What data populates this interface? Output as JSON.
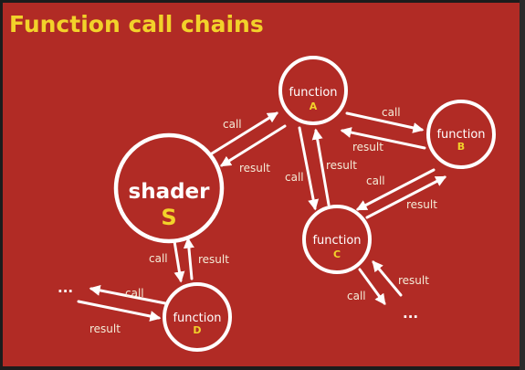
{
  "title": "Function call chains",
  "colors": {
    "background": "#b12b25",
    "title": "#f2d22a",
    "circle": "#ffffff",
    "letter": "#f2d22a",
    "label": "#f4ecd8"
  },
  "nodes": {
    "shader": {
      "word": "shader",
      "letter": "S"
    },
    "a": {
      "word": "function",
      "letter": "A"
    },
    "b": {
      "word": "function",
      "letter": "B"
    },
    "c": {
      "word": "function",
      "letter": "C"
    },
    "d": {
      "word": "function",
      "letter": "D"
    }
  },
  "labels": {
    "call": "call",
    "result": "result",
    "ellipsis": "..."
  }
}
